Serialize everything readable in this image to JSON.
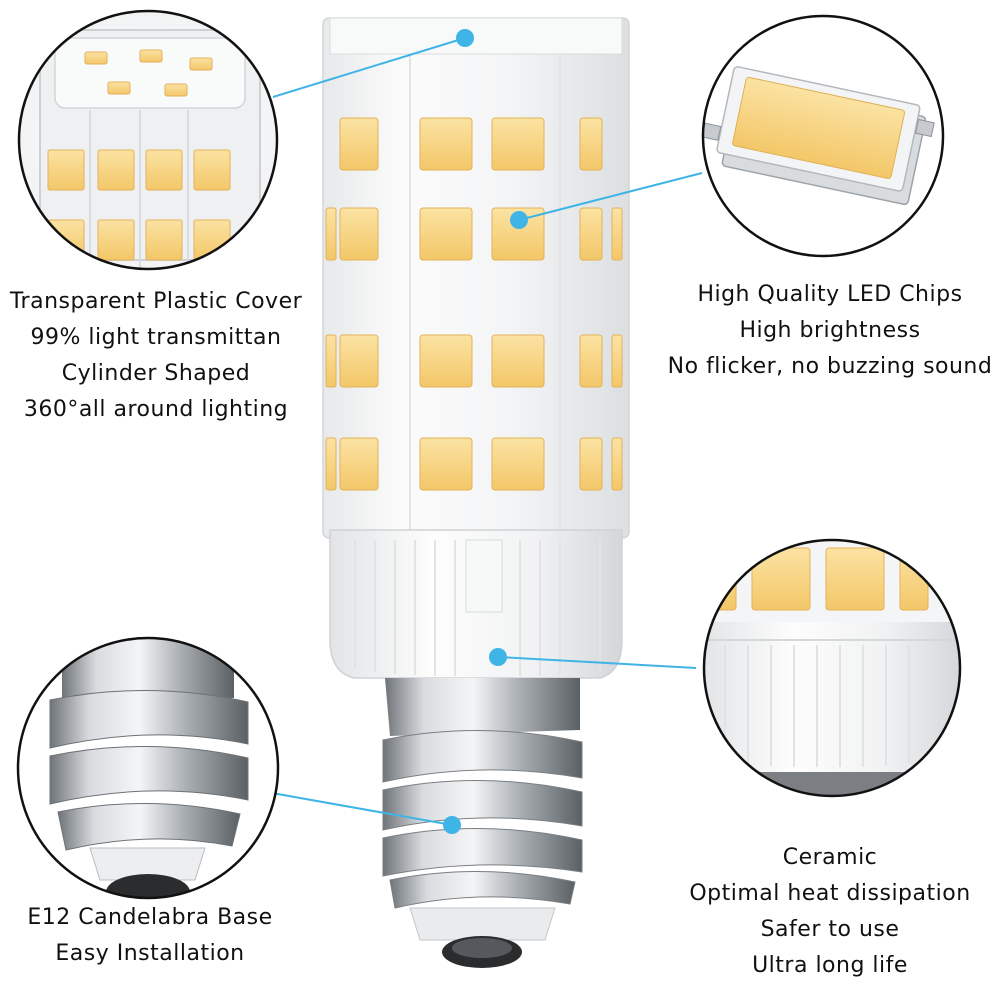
{
  "captions": {
    "cover": {
      "line1": "Transparent Plastic Cover",
      "line2": "99% light transmittan",
      "line3": "Cylinder Shaped",
      "line4": "360°all around lighting"
    },
    "chips": {
      "line1": "High Quality LED Chips",
      "line2": "High brightness",
      "line3": "No flicker, no buzzing sound"
    },
    "base": {
      "line1": "E12 Candelabra Base",
      "line2": "Easy Installation"
    },
    "ceramic": {
      "line1": "Ceramic",
      "line2": "Optimal heat dissipation",
      "line3": "Safer to use",
      "line4": "Ultra long life"
    }
  },
  "colors": {
    "callout_line": "#3fb4e6",
    "led_chip": "#f7d27a",
    "chip_border": "#e8b860",
    "ceramic": "#f3f4f4",
    "metal": "#b9bdc1"
  }
}
